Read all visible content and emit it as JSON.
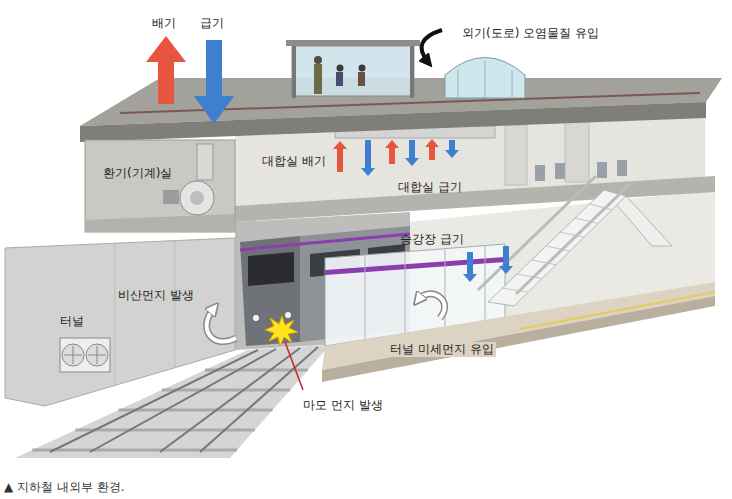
{
  "diagram": {
    "caption": "▲ 지하철 내외부 환경.",
    "nodes": [
      {
        "text": [
          "환기(기계)실"
        ]
      },
      {
        "text": [
          "터널"
        ]
      }
    ],
    "labels": [
      "배기",
      "급기",
      "외기(도로) 오염물질 유입",
      "대합실 배기",
      "대합실 급기",
      "승강장 급기",
      "비산먼지 발생",
      "터널 미세먼지 유입",
      "마모 먼지 발생"
    ]
  }
}
